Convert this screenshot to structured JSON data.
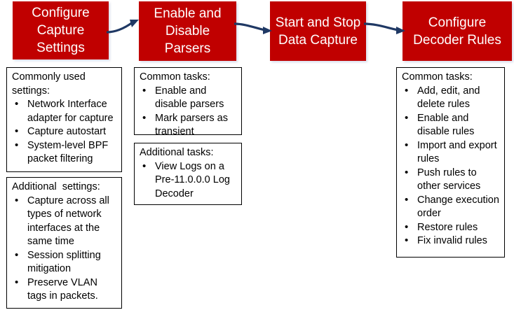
{
  "theme": {
    "stage_fill": "#C00000",
    "stage_text": "#FFFFFF",
    "arrow_color": "#1F3864",
    "box_border": "#000000",
    "page_background": "#FFFFFF"
  },
  "stages": [
    {
      "id": "configure-capture-settings",
      "label": "Configure Capture Settings"
    },
    {
      "id": "enable-and-disable-parsers",
      "label": "Enable and Disable Parsers"
    },
    {
      "id": "start-and-stop-data-capture",
      "label": "Start and Stop Data Capture"
    },
    {
      "id": "configure-decoder-rules",
      "label": "Configure Decoder Rules"
    }
  ],
  "arrows": [
    {
      "id": "arrow-stage1-to-stage2",
      "direction": "right"
    },
    {
      "id": "arrow-stage2-to-stage3",
      "direction": "right"
    },
    {
      "id": "arrow-stage3-to-stage4",
      "direction": "right"
    }
  ],
  "details": {
    "capture_settings_common": {
      "title": "Commonly used settings:",
      "items": [
        "Network Interface adapter for capture",
        "Capture autostart",
        "System-level BPF packet filtering"
      ]
    },
    "capture_settings_additional": {
      "title": "Additional  settings:",
      "items": [
        "Capture across all types of network interfaces at the same time",
        "Session splitting mitigation",
        "Preserve VLAN tags in packets."
      ]
    },
    "parsers_common": {
      "title": "Common tasks:",
      "items": [
        "Enable and disable parsers",
        "Mark parsers as transient"
      ]
    },
    "parsers_additional": {
      "title": "Additional tasks:",
      "items": [
        "View Logs on a Pre-11.0.0.0 Log Decoder"
      ]
    },
    "decoder_rules_common": {
      "title": "Common tasks:",
      "items": [
        "Add, edit, and delete rules",
        "Enable and disable rules",
        "Import and export rules",
        "Push rules to other services",
        "Change execution order",
        "Restore rules",
        "Fix invalid rules"
      ]
    }
  }
}
